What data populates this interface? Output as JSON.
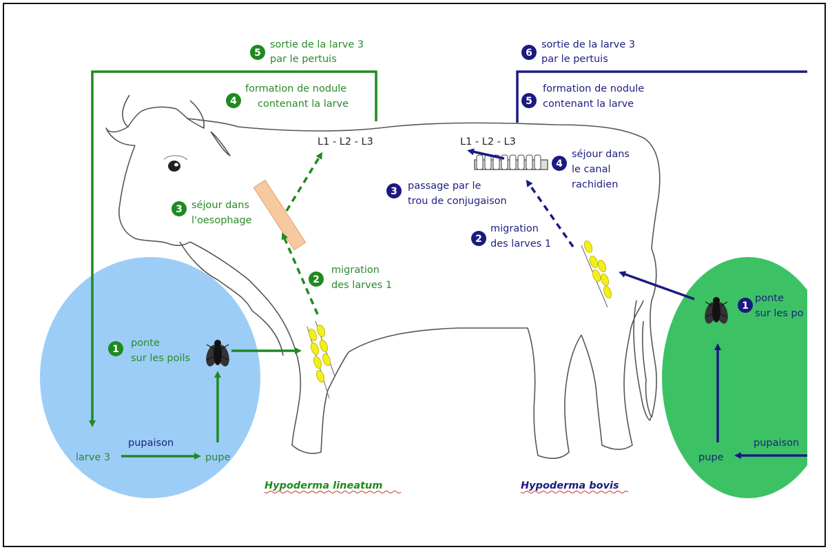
{
  "colors": {
    "lineatum": "#1f8a1f",
    "bovis": "#1a1a80",
    "blue_circle": "#9ccdf7",
    "green_circle": "#3cc265",
    "egg": "#f2ef1a"
  },
  "lineatum": {
    "species": "Hypoderma lineatum",
    "species_genus": "Hypoderma",
    "species_epithet": "lineatum",
    "step1": {
      "num": "1",
      "l1": "ponte",
      "l2": "sur les poils"
    },
    "step2": {
      "num": "2",
      "l1": "migration",
      "l2": "des larves 1"
    },
    "step3": {
      "num": "3",
      "l1": "séjour dans",
      "l2": "l'oesophage"
    },
    "step4": {
      "num": "4",
      "l1": "formation de nodule",
      "l2": "contenant la larve"
    },
    "step5": {
      "num": "5",
      "l1": "sortie de la larve 3",
      "l2": "par le pertuis"
    },
    "stages": "L1 - L2 - L3",
    "larve3": "larve 3",
    "pupaison": "pupaison",
    "pupe": "pupe"
  },
  "bovis": {
    "species": "Hypoderma bovis",
    "species_genus": "Hypoderma",
    "species_epithet": "bovis",
    "step1": {
      "num": "1",
      "l1": "ponte",
      "l2": "sur les po"
    },
    "step2": {
      "num": "2",
      "l1": "migration",
      "l2": "des larves 1"
    },
    "step3": {
      "num": "3",
      "l1": "passage par le",
      "l2": "trou de conjugaison"
    },
    "step4": {
      "num": "4",
      "l1": "séjour dans",
      "l2": "le canal",
      "l3": "rachidien"
    },
    "step5": {
      "num": "5",
      "l1": "formation de nodule",
      "l2": "contenant la larve"
    },
    "step6": {
      "num": "6",
      "l1": "sortie de la larve 3",
      "l2": "par le pertuis"
    },
    "stages": "L1 - L2 - L3",
    "pupaison": "pupaison",
    "pupe": "pupe"
  }
}
